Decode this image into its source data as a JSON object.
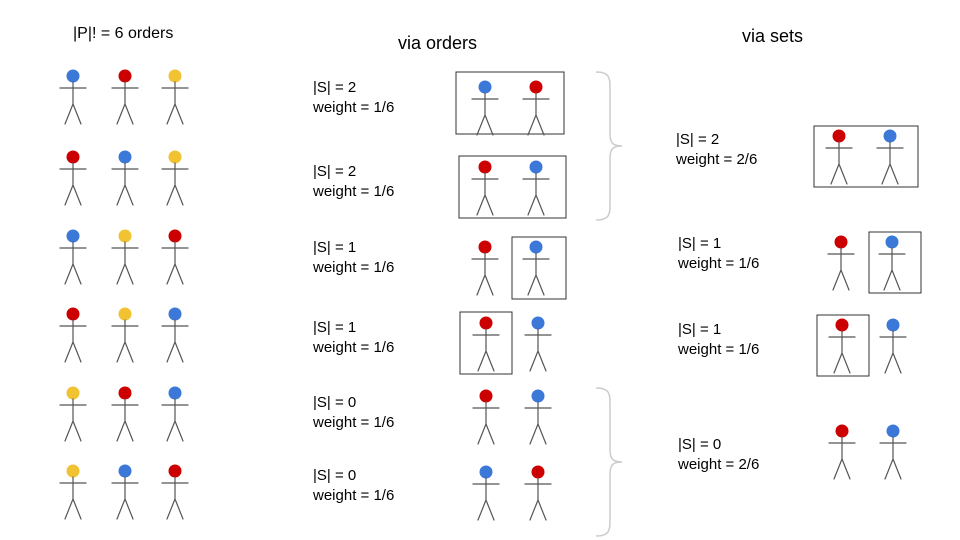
{
  "colors": {
    "blue": "#3c78d8",
    "red": "#cc0000",
    "yellow": "#f1c232"
  },
  "headings": {
    "orders_count": "|P|! = 6 orders",
    "via_orders": "via orders",
    "via_sets": "via sets"
  },
  "orders": [
    [
      "blue",
      "red",
      "yellow"
    ],
    [
      "red",
      "blue",
      "yellow"
    ],
    [
      "blue",
      "yellow",
      "red"
    ],
    [
      "red",
      "yellow",
      "blue"
    ],
    [
      "yellow",
      "red",
      "blue"
    ],
    [
      "yellow",
      "blue",
      "red"
    ]
  ],
  "via_orders_rows": [
    {
      "size_label": "|S| = 2",
      "weight_label": "weight = 1/6",
      "figures": [
        "blue",
        "red"
      ],
      "boxed": "both"
    },
    {
      "size_label": "|S| = 2",
      "weight_label": "weight = 1/6",
      "figures": [
        "red",
        "blue"
      ],
      "boxed": "both"
    },
    {
      "size_label": "|S| = 1",
      "weight_label": "weight = 1/6",
      "figures": [
        "red",
        "blue"
      ],
      "boxed": "second"
    },
    {
      "size_label": "|S| = 1",
      "weight_label": "weight = 1/6",
      "figures": [
        "red",
        "blue"
      ],
      "boxed": "first"
    },
    {
      "size_label": "|S| = 0",
      "weight_label": "weight = 1/6",
      "figures": [
        "red",
        "blue"
      ],
      "boxed": "none"
    },
    {
      "size_label": "|S| = 0",
      "weight_label": "weight = 1/6",
      "figures": [
        "blue",
        "red"
      ],
      "boxed": "none"
    }
  ],
  "via_sets_rows": [
    {
      "size_label": "|S| = 2",
      "weight_label": "weight = 2/6",
      "figures": [
        "red",
        "blue"
      ],
      "boxed": "both"
    },
    {
      "size_label": "|S| = 1",
      "weight_label": "weight = 1/6",
      "figures": [
        "red",
        "blue"
      ],
      "boxed": "second"
    },
    {
      "size_label": "|S| = 1",
      "weight_label": "weight = 1/6",
      "figures": [
        "red",
        "blue"
      ],
      "boxed": "first"
    },
    {
      "size_label": "|S| = 0",
      "weight_label": "weight = 2/6",
      "figures": [
        "red",
        "blue"
      ],
      "boxed": "none"
    }
  ]
}
